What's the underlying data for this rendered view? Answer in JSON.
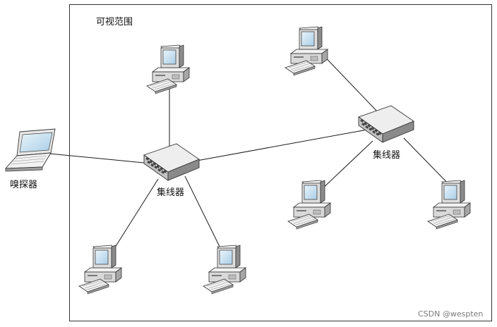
{
  "labels": {
    "visible_range": "可视范围",
    "sniffer": "嗅探器",
    "hub_left": "集线器",
    "hub_right": "集线器"
  },
  "watermark": "CSDN @wespten",
  "colors": {
    "line": "#1a1a1a",
    "device_body": "#e6e6e6",
    "device_dark": "#808080",
    "screen": "#d2e7f4"
  },
  "icons": {
    "desktop": "desktop-computer-icon",
    "laptop": "laptop-icon",
    "hub": "hub-icon"
  }
}
